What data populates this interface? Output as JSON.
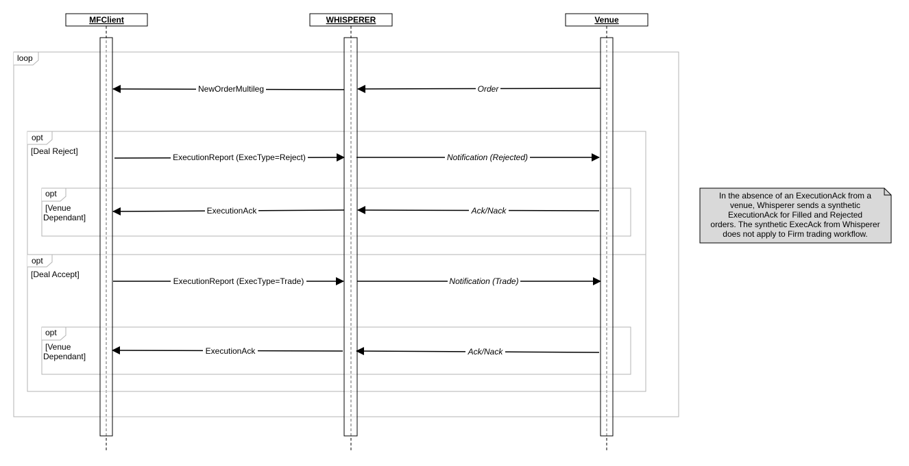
{
  "participants": [
    {
      "id": "mfclient",
      "name": "MFClient"
    },
    {
      "id": "whisperer",
      "name": "WHISPERER"
    },
    {
      "id": "venue",
      "name": "Venue"
    }
  ],
  "frames": {
    "loop": {
      "tag": "loop"
    },
    "opt_reject": {
      "tag": "opt",
      "guard": "[Deal Reject]"
    },
    "opt_reject_inner": {
      "tag": "opt",
      "guard_line1": "[Venue",
      "guard_line2": "Dependant]"
    },
    "opt_accept": {
      "tag": "opt",
      "guard": "[Deal Accept]"
    },
    "opt_accept_inner": {
      "tag": "opt",
      "guard_line1": "[Venue",
      "guard_line2": "Dependant]"
    }
  },
  "messages": {
    "order": {
      "label": "Order"
    },
    "new_order_multileg": {
      "label": "NewOrderMultileg"
    },
    "exec_report_reject": {
      "label": "ExecutionReport (ExecType=Reject)"
    },
    "notification_rejected": {
      "label": "Notification (Rejected)"
    },
    "exec_ack_1": {
      "label": "ExecutionAck"
    },
    "ack_nack_1": {
      "label": "Ack/Nack"
    },
    "exec_report_trade": {
      "label": "ExecutionReport (ExecType=Trade)"
    },
    "notification_trade": {
      "label": "Notification (Trade)"
    },
    "exec_ack_2": {
      "label": "ExecutionAck"
    },
    "ack_nack_2": {
      "label": "Ack/Nack"
    }
  },
  "note": {
    "lines": [
      "In the absence of an ExecutionAck from a",
      "venue, Whisperer sends a synthetic",
      "ExecutionAck for Filled and Rejected",
      "orders. The synthetic ExecAck from Whisperer",
      "does not apply to Firm trading workflow."
    ],
    "fill": "#d9d9d9"
  }
}
